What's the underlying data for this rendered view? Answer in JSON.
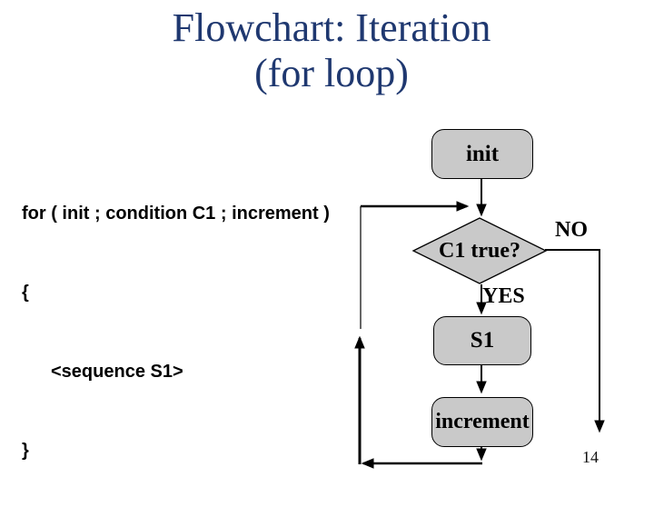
{
  "slide": {
    "title_line1": "Flowchart: Iteration",
    "title_line2": "(for loop)",
    "page_number": "14"
  },
  "code": {
    "line1": "for ( init ; condition C1 ; increment )",
    "line2": "{",
    "line3": "<sequence S1>",
    "line4": "}"
  },
  "flowchart": {
    "nodes": {
      "init": "init",
      "condition": "C1 true?",
      "s1": "S1",
      "increment": "increment"
    },
    "edge_labels": {
      "yes": "YES",
      "no": "NO"
    }
  },
  "colors": {
    "title_text": "#1F3870",
    "node_fill": "#C9C9C9",
    "node_border": "#000000",
    "connector": "#000000",
    "background": "#FFFFFF"
  }
}
